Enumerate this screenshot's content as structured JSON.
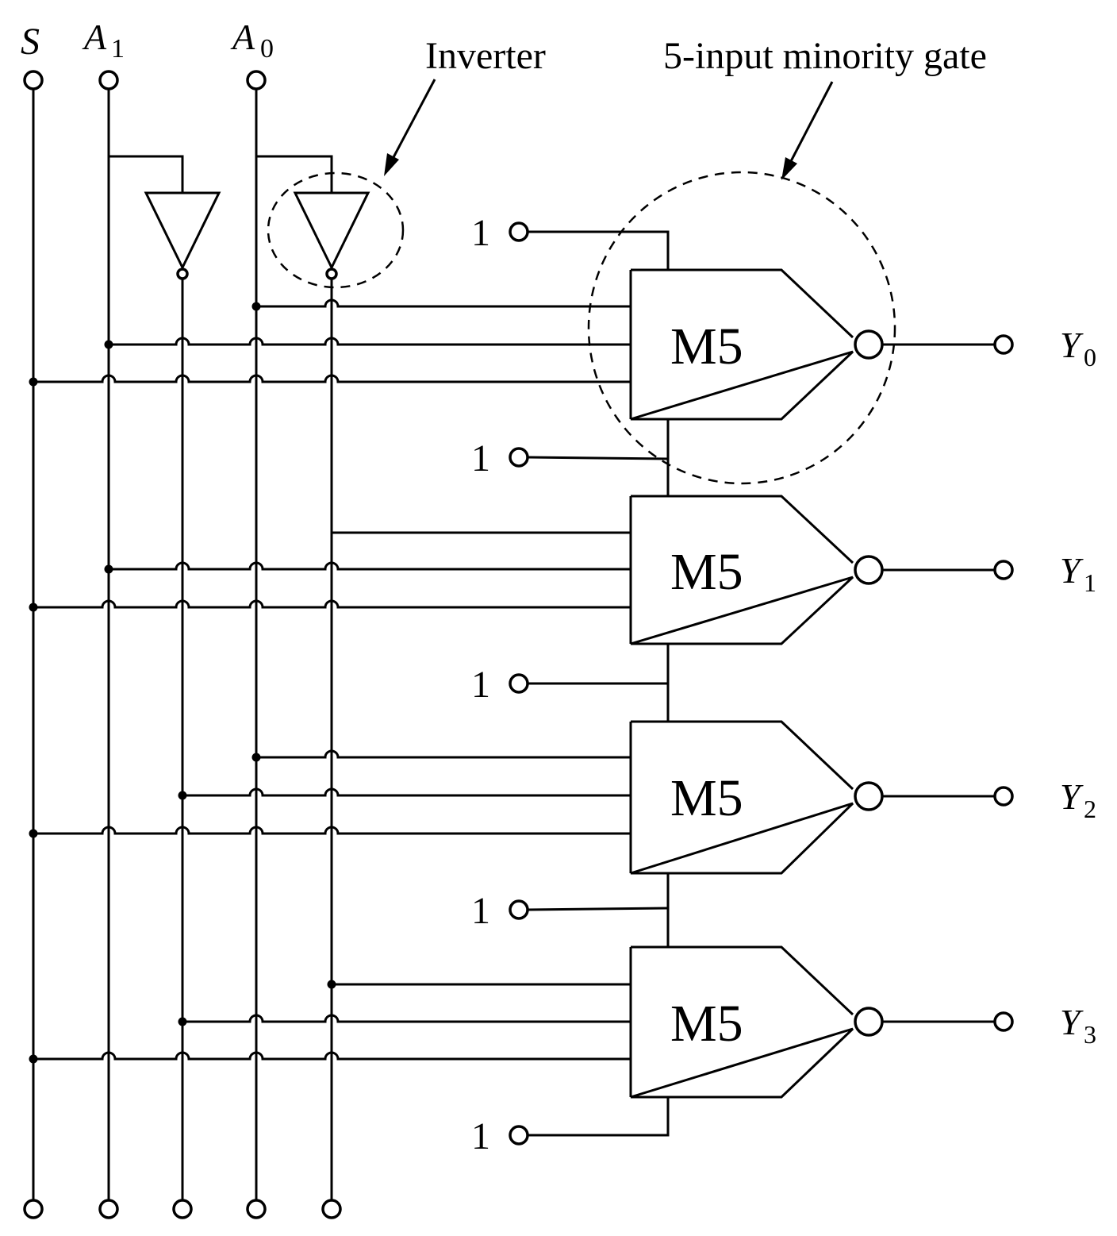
{
  "diagram": {
    "input_labels": {
      "s": "S",
      "a1": "A",
      "a1_sub": "1",
      "a0": "A",
      "a0_sub": "0"
    },
    "callouts": {
      "inverter": "Inverter",
      "minority_gate": "5-input minority gate"
    },
    "gates": [
      {
        "label": "M5",
        "output": "Y",
        "output_sub": "0"
      },
      {
        "label": "M5",
        "output": "Y",
        "output_sub": "1"
      },
      {
        "label": "M5",
        "output": "Y",
        "output_sub": "2"
      },
      {
        "label": "M5",
        "output": "Y",
        "output_sub": "3"
      }
    ],
    "constant_inputs": [
      "1",
      "1",
      "1",
      "1",
      "1"
    ],
    "colors": {
      "ink": "#000000",
      "background": "#ffffff"
    }
  }
}
